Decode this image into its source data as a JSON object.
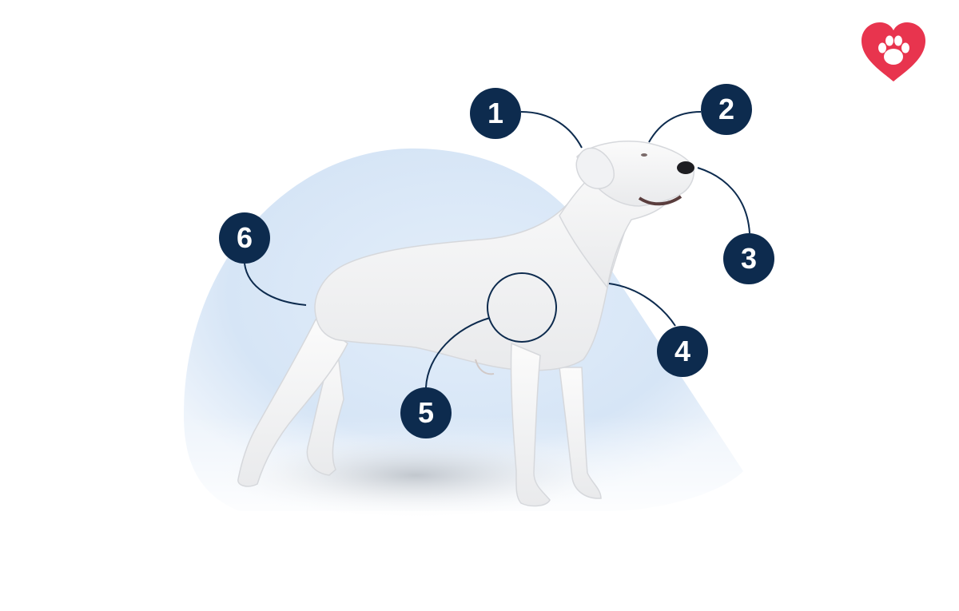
{
  "markers": [
    {
      "id": "1",
      "label": "1"
    },
    {
      "id": "2",
      "label": "2"
    },
    {
      "id": "3",
      "label": "3"
    },
    {
      "id": "4",
      "label": "4"
    },
    {
      "id": "5",
      "label": "5"
    },
    {
      "id": "6",
      "label": "6"
    }
  ],
  "colors": {
    "marker_fill": "#0d2b4e",
    "background_shape": "#dce9f7",
    "logo": "#e8344e"
  },
  "icons": {
    "logo": "heart-paw-icon",
    "subject": "dog-illustration"
  }
}
